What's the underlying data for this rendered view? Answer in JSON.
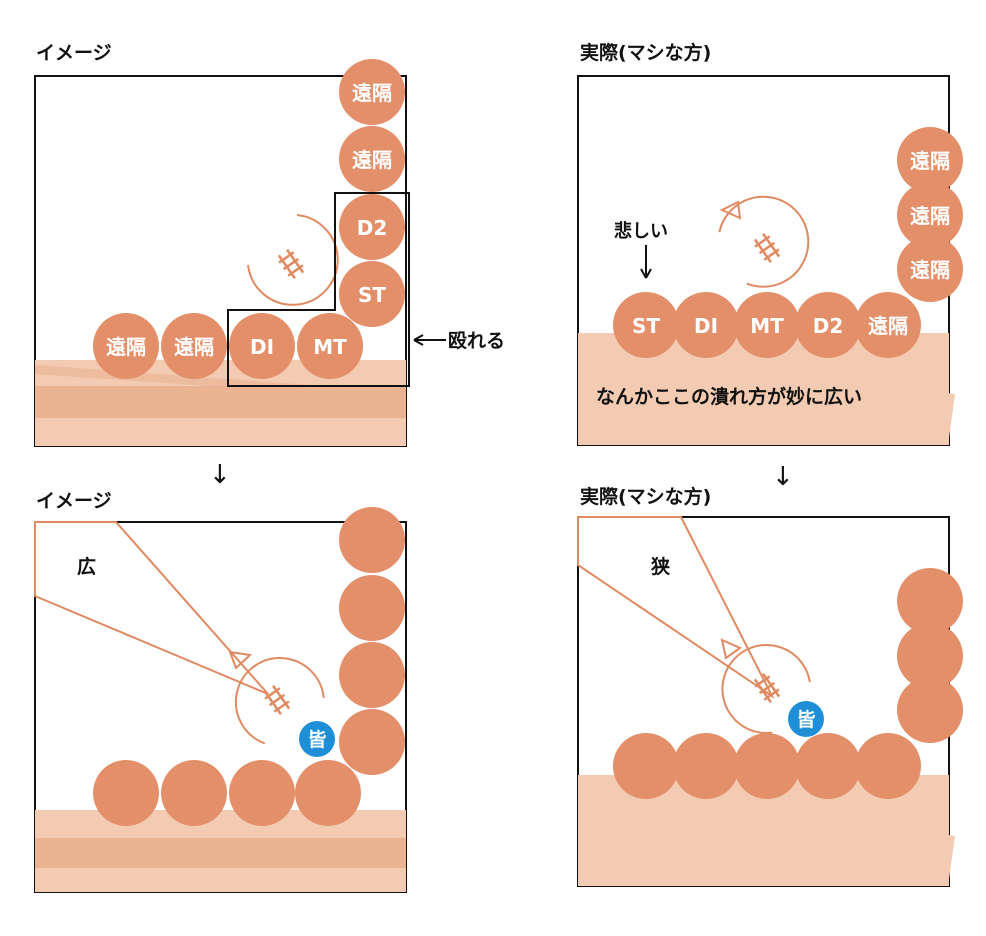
{
  "colors": {
    "ball": "#e3906a",
    "ground_light": "#f2cbb2",
    "ground_mid": "#eab391",
    "line": "#e08a62",
    "border": "#111111",
    "blue": "#1e8fd6"
  },
  "panels": {
    "top_left": {
      "title": "イメージ",
      "balls_left": [
        "遠隔",
        "遠隔",
        "DI",
        "MT"
      ],
      "balls_right": [
        "ST",
        "D2",
        "遠隔",
        "遠隔"
      ],
      "callout": "殴れる"
    },
    "top_right": {
      "title": "実際(マシな方)",
      "balls_row": [
        "ST",
        "DI",
        "MT",
        "D2",
        "遠隔"
      ],
      "balls_stack": [
        "遠隔",
        "遠隔",
        "遠隔"
      ],
      "note_sad": "悲しい",
      "caption": "なんかここの潰れ方が妙に広い"
    },
    "bottom_left": {
      "title": "イメージ",
      "fov_label": "広",
      "marker": "皆"
    },
    "bottom_right": {
      "title": "実際(マシな方)",
      "fov_label": "狭",
      "marker": "皆"
    }
  },
  "arrows": [
    "↓",
    "↓"
  ]
}
